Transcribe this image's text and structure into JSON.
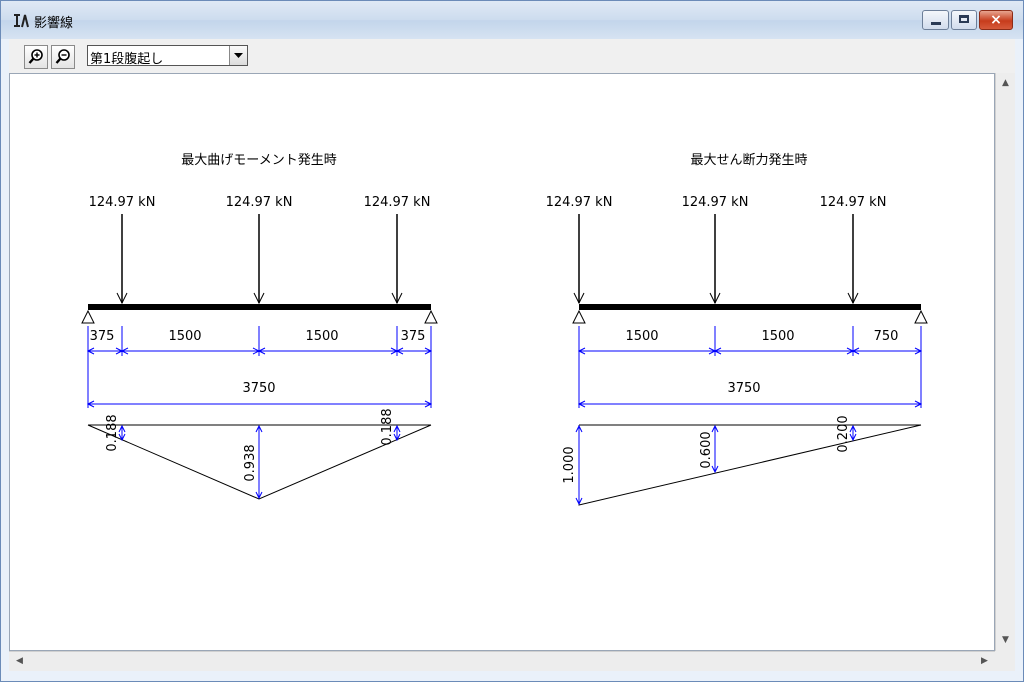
{
  "window": {
    "title": "影響線",
    "app_icon": "pilot-app-icon"
  },
  "controls": {
    "minimize": "minimize-icon",
    "maximize": "maximize-icon",
    "close": "×"
  },
  "toolbar": {
    "zoom_in": "zoom-in-icon",
    "zoom_out": "zoom-out-icon",
    "member_select_value": "第1段腹起し"
  },
  "diagrams": {
    "moment": {
      "title": "最大曲げモーメント発生時",
      "loads": [
        "124.97 kN",
        "124.97 kN",
        "124.97 kN"
      ],
      "spans": [
        "375",
        "1500",
        "1500",
        "375"
      ],
      "total": "3750",
      "ordinates": [
        "0.188",
        "0.938",
        "0.188"
      ]
    },
    "shear": {
      "title": "最大せん断力発生時",
      "loads": [
        "124.97 kN",
        "124.97 kN",
        "124.97 kN"
      ],
      "spans": [
        "1500",
        "1500",
        "750"
      ],
      "total": "3750",
      "ordinates": [
        "1.000",
        "0.600",
        "0.200"
      ]
    }
  },
  "colors": {
    "dimension": "#0000ff",
    "beam": "#000000",
    "background": "#ffffff"
  }
}
